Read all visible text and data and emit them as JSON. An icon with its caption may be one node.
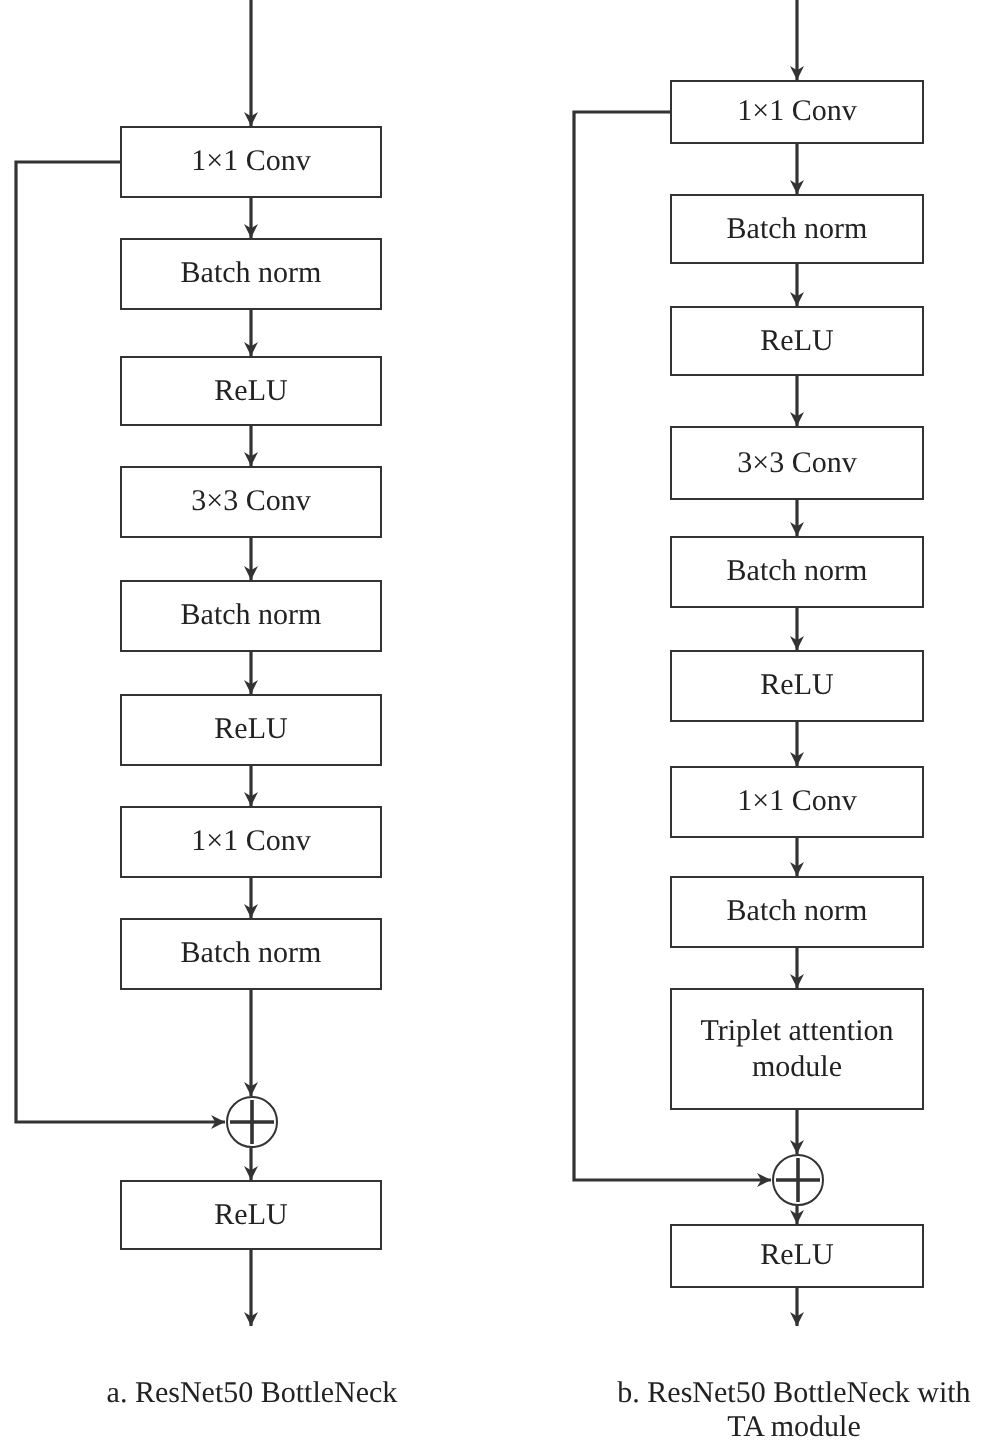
{
  "diagram": {
    "nodes": [
      {
        "text": [
          "1×1 Conv"
        ]
      },
      {
        "text": [
          "Batch norm"
        ]
      },
      {
        "text": [
          "ReLU"
        ]
      },
      {
        "text": [
          "3×3 Conv"
        ]
      },
      {
        "text": [
          "Batch norm"
        ]
      },
      {
        "text": [
          "ReLU"
        ]
      },
      {
        "text": [
          "1×1 Conv"
        ]
      },
      {
        "text": [
          "Batch norm"
        ]
      },
      {
        "text": [],
        "shape": "circle"
      },
      {
        "text": [
          "ReLU"
        ]
      },
      {
        "text": [
          "1×1 Conv"
        ]
      },
      {
        "text": [
          "Batch norm"
        ]
      },
      {
        "text": [
          "ReLU"
        ]
      },
      {
        "text": [
          "3×3 Conv"
        ]
      },
      {
        "text": [
          "Batch norm"
        ]
      },
      {
        "text": [
          "ReLU"
        ]
      },
      {
        "text": [
          "1×1 Conv"
        ]
      },
      {
        "text": [
          "Batch norm"
        ]
      },
      {
        "text": [
          "Triplet attention module"
        ]
      },
      {
        "text": [],
        "shape": "circle"
      },
      {
        "text": [
          "ReLU"
        ]
      }
    ],
    "edges": [
      {
        "from": null,
        "to": 0,
        "arrow": "to"
      },
      {
        "from": 0,
        "to": 1,
        "arrow": "to"
      },
      {
        "from": 1,
        "to": 2,
        "arrow": "to"
      },
      {
        "from": 2,
        "to": 3,
        "arrow": "to"
      },
      {
        "from": 3,
        "to": 4,
        "arrow": "to"
      },
      {
        "from": 4,
        "to": 5,
        "arrow": "to"
      },
      {
        "from": 5,
        "to": 6,
        "arrow": "to"
      },
      {
        "from": 6,
        "to": 7,
        "arrow": "to"
      },
      {
        "from": 7,
        "to": 8,
        "arrow": "to"
      },
      {
        "from": 0,
        "to": 8,
        "arrow": "to"
      },
      {
        "from": 8,
        "to": 9,
        "arrow": "to"
      },
      {
        "from": 9,
        "to": null,
        "arrow": "to"
      },
      {
        "from": null,
        "to": 10,
        "arrow": "to"
      },
      {
        "from": 10,
        "to": 11,
        "arrow": "to"
      },
      {
        "from": 11,
        "to": 12,
        "arrow": "to"
      },
      {
        "from": 12,
        "to": 13,
        "arrow": "to"
      },
      {
        "from": 13,
        "to": 14,
        "arrow": "to"
      },
      {
        "from": 14,
        "to": 15,
        "arrow": "to"
      },
      {
        "from": 15,
        "to": 16,
        "arrow": "to"
      },
      {
        "from": 16,
        "to": 17,
        "arrow": "to"
      },
      {
        "from": 17,
        "to": 18,
        "arrow": "to"
      },
      {
        "from": 18,
        "to": 19,
        "arrow": "to"
      },
      {
        "from": 10,
        "to": 19,
        "arrow": "to"
      },
      {
        "from": 19,
        "to": 20,
        "arrow": "to"
      },
      {
        "from": 20,
        "to": null,
        "arrow": "to"
      }
    ],
    "labels": [
      "a. ResNet50 BottleNeck",
      "b. ResNet50 BottleNeck with TA module"
    ]
  }
}
